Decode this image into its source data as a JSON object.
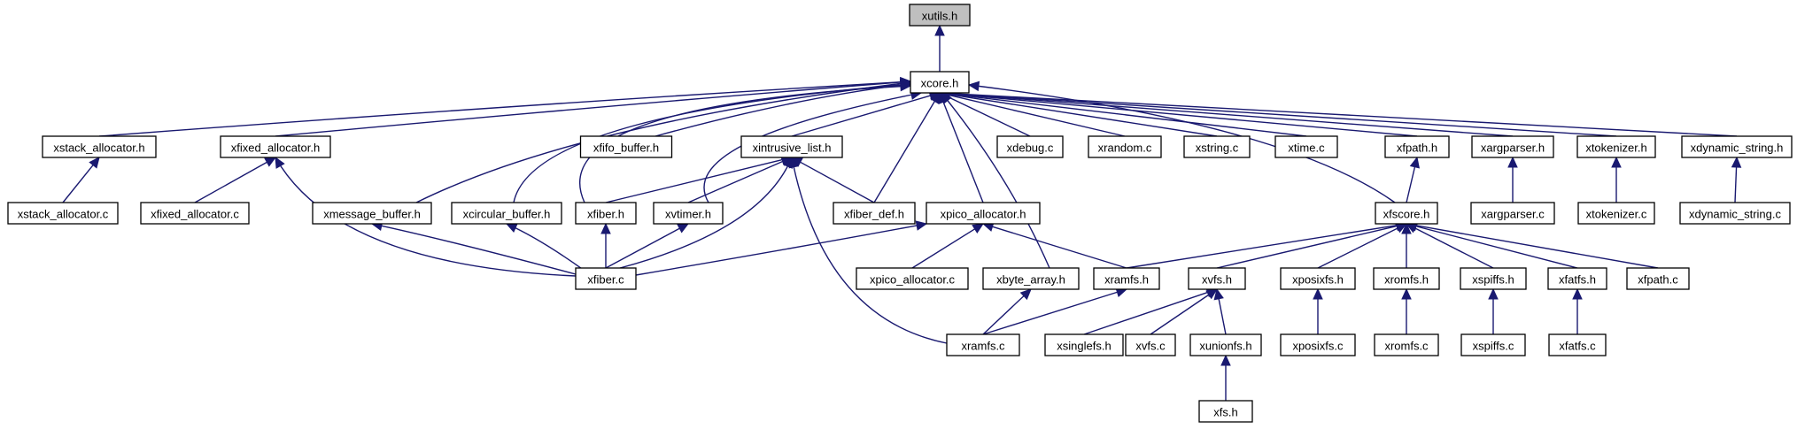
{
  "diagram": {
    "root": "xutils.h",
    "nodes": [
      {
        "id": "xutils_h",
        "label": "xutils.h",
        "root": true
      },
      {
        "id": "xcore_h",
        "label": "xcore.h"
      },
      {
        "id": "xstack_allocator_h",
        "label": "xstack_allocator.h"
      },
      {
        "id": "xfixed_allocator_h",
        "label": "xfixed_allocator.h"
      },
      {
        "id": "xfifo_buffer_h",
        "label": "xfifo_buffer.h"
      },
      {
        "id": "xintrusive_list_h",
        "label": "xintrusive_list.h"
      },
      {
        "id": "xdebug_c",
        "label": "xdebug.c"
      },
      {
        "id": "xrandom_c",
        "label": "xrandom.c"
      },
      {
        "id": "xstring_c",
        "label": "xstring.c"
      },
      {
        "id": "xtime_c",
        "label": "xtime.c"
      },
      {
        "id": "xfpath_h",
        "label": "xfpath.h"
      },
      {
        "id": "xargparser_h",
        "label": "xargparser.h"
      },
      {
        "id": "xtokenizer_h",
        "label": "xtokenizer.h"
      },
      {
        "id": "xdynamic_string_h",
        "label": "xdynamic_string.h"
      },
      {
        "id": "xstack_allocator_c",
        "label": "xstack_allocator.c"
      },
      {
        "id": "xfixed_allocator_c",
        "label": "xfixed_allocator.c"
      },
      {
        "id": "xmessage_buffer_h",
        "label": "xmessage_buffer.h"
      },
      {
        "id": "xcircular_buffer_h",
        "label": "xcircular_buffer.h"
      },
      {
        "id": "xfiber_h",
        "label": "xfiber.h"
      },
      {
        "id": "xvtimer_h",
        "label": "xvtimer.h"
      },
      {
        "id": "xfiber_def_h",
        "label": "xfiber_def.h"
      },
      {
        "id": "xpico_allocator_h",
        "label": "xpico_allocator.h"
      },
      {
        "id": "xfscore_h",
        "label": "xfscore.h"
      },
      {
        "id": "xargparser_c",
        "label": "xargparser.c"
      },
      {
        "id": "xtokenizer_c",
        "label": "xtokenizer.c"
      },
      {
        "id": "xdynamic_string_c",
        "label": "xdynamic_string.c"
      },
      {
        "id": "xfiber_c",
        "label": "xfiber.c"
      },
      {
        "id": "xpico_allocator_c",
        "label": "xpico_allocator.c"
      },
      {
        "id": "xbyte_array_h",
        "label": "xbyte_array.h"
      },
      {
        "id": "xramfs_h",
        "label": "xramfs.h"
      },
      {
        "id": "xvfs_h",
        "label": "xvfs.h"
      },
      {
        "id": "xposixfs_h",
        "label": "xposixfs.h"
      },
      {
        "id": "xromfs_h",
        "label": "xromfs.h"
      },
      {
        "id": "xspiffs_h",
        "label": "xspiffs.h"
      },
      {
        "id": "xfatfs_h",
        "label": "xfatfs.h"
      },
      {
        "id": "xfpath_c",
        "label": "xfpath.c"
      },
      {
        "id": "xramfs_c",
        "label": "xramfs.c"
      },
      {
        "id": "xsinglefs_h",
        "label": "xsinglefs.h"
      },
      {
        "id": "xvfs_c",
        "label": "xvfs.c"
      },
      {
        "id": "xunionfs_h",
        "label": "xunionfs.h"
      },
      {
        "id": "xposixfs_c",
        "label": "xposixfs.c"
      },
      {
        "id": "xromfs_c",
        "label": "xromfs.c"
      },
      {
        "id": "xspiffs_c",
        "label": "xspiffs.c"
      },
      {
        "id": "xfatfs_c",
        "label": "xfatfs.c"
      },
      {
        "id": "xfs_h",
        "label": "xfs.h"
      }
    ],
    "edges": [
      {
        "from": "xcore_h",
        "to": "xutils_h"
      },
      {
        "from": "xstack_allocator_h",
        "to": "xcore_h"
      },
      {
        "from": "xfixed_allocator_h",
        "to": "xcore_h"
      },
      {
        "from": "xfifo_buffer_h",
        "to": "xcore_h"
      },
      {
        "from": "xintrusive_list_h",
        "to": "xcore_h"
      },
      {
        "from": "xdebug_c",
        "to": "xcore_h"
      },
      {
        "from": "xrandom_c",
        "to": "xcore_h"
      },
      {
        "from": "xstring_c",
        "to": "xcore_h"
      },
      {
        "from": "xtime_c",
        "to": "xcore_h"
      },
      {
        "from": "xfpath_h",
        "to": "xcore_h"
      },
      {
        "from": "xargparser_h",
        "to": "xcore_h"
      },
      {
        "from": "xtokenizer_h",
        "to": "xcore_h"
      },
      {
        "from": "xdynamic_string_h",
        "to": "xcore_h"
      },
      {
        "from": "xmessage_buffer_h",
        "to": "xcore_h"
      },
      {
        "from": "xcircular_buffer_h",
        "to": "xcore_h"
      },
      {
        "from": "xfiber_h",
        "to": "xcore_h"
      },
      {
        "from": "xvtimer_h",
        "to": "xcore_h"
      },
      {
        "from": "xfiber_def_h",
        "to": "xcore_h"
      },
      {
        "from": "xpico_allocator_h",
        "to": "xcore_h"
      },
      {
        "from": "xbyte_array_h",
        "to": "xcore_h"
      },
      {
        "from": "xfscore_h",
        "to": "xcore_h"
      },
      {
        "from": "xstack_allocator_c",
        "to": "xstack_allocator_h"
      },
      {
        "from": "xfixed_allocator_c",
        "to": "xfixed_allocator_h"
      },
      {
        "from": "xfiber_c",
        "to": "xfixed_allocator_h"
      },
      {
        "from": "xfiber_h",
        "to": "xintrusive_list_h"
      },
      {
        "from": "xvtimer_h",
        "to": "xintrusive_list_h"
      },
      {
        "from": "xfiber_def_h",
        "to": "xintrusive_list_h"
      },
      {
        "from": "xfiber_c",
        "to": "xintrusive_list_h"
      },
      {
        "from": "xramfs_c",
        "to": "xintrusive_list_h"
      },
      {
        "from": "xfscore_h",
        "to": "xfpath_h"
      },
      {
        "from": "xargparser_c",
        "to": "xargparser_h"
      },
      {
        "from": "xtokenizer_c",
        "to": "xtokenizer_h"
      },
      {
        "from": "xdynamic_string_c",
        "to": "xdynamic_string_h"
      },
      {
        "from": "xfiber_c",
        "to": "xmessage_buffer_h"
      },
      {
        "from": "xfiber_c",
        "to": "xcircular_buffer_h"
      },
      {
        "from": "xfiber_c",
        "to": "xfiber_h"
      },
      {
        "from": "xfiber_c",
        "to": "xvtimer_h"
      },
      {
        "from": "xfiber_c",
        "to": "xpico_allocator_h"
      },
      {
        "from": "xpico_allocator_c",
        "to": "xpico_allocator_h"
      },
      {
        "from": "xramfs_h",
        "to": "xpico_allocator_h"
      },
      {
        "from": "xramfs_h",
        "to": "xfscore_h"
      },
      {
        "from": "xvfs_h",
        "to": "xfscore_h"
      },
      {
        "from": "xposixfs_h",
        "to": "xfscore_h"
      },
      {
        "from": "xromfs_h",
        "to": "xfscore_h"
      },
      {
        "from": "xspiffs_h",
        "to": "xfscore_h"
      },
      {
        "from": "xfatfs_h",
        "to": "xfscore_h"
      },
      {
        "from": "xfpath_c",
        "to": "xfscore_h"
      },
      {
        "from": "xramfs_c",
        "to": "xbyte_array_h"
      },
      {
        "from": "xramfs_c",
        "to": "xramfs_h"
      },
      {
        "from": "xsinglefs_h",
        "to": "xvfs_h"
      },
      {
        "from": "xvfs_c",
        "to": "xvfs_h"
      },
      {
        "from": "xunionfs_h",
        "to": "xvfs_h"
      },
      {
        "from": "xposixfs_c",
        "to": "xposixfs_h"
      },
      {
        "from": "xromfs_c",
        "to": "xromfs_h"
      },
      {
        "from": "xspiffs_c",
        "to": "xspiffs_h"
      },
      {
        "from": "xfatfs_c",
        "to": "xfatfs_h"
      },
      {
        "from": "xfs_h",
        "to": "xunionfs_h"
      }
    ],
    "colors": {
      "edge": "#191970",
      "node_border": "#000000",
      "node_fill": "#ffffff",
      "root_fill": "#bfbfbf"
    }
  }
}
